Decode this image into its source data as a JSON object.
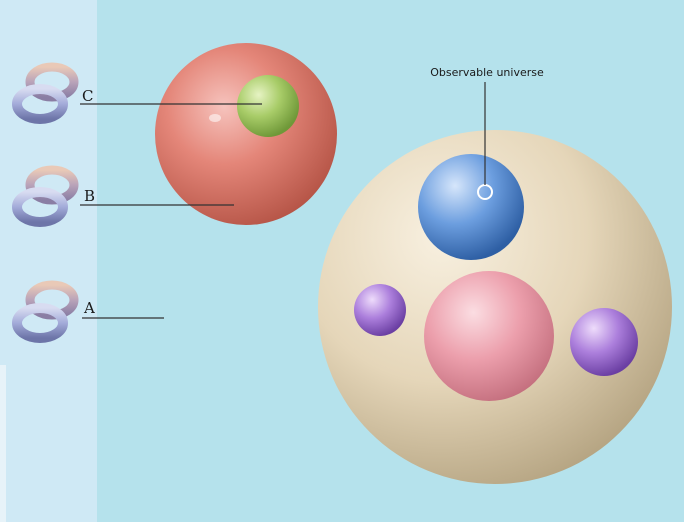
{
  "labels": {
    "c": "C",
    "b": "B",
    "a": "A",
    "observable": "Observable universe"
  },
  "colors": {
    "background": "#b5e2ec",
    "left_panel": "#cfe9f5",
    "red_sphere": "#d9756a",
    "green_sphere": "#a9cc6e",
    "cream_sphere": "#e8dcc4",
    "blue_sphere": "#5f93d4",
    "pink_sphere": "#e99aa6",
    "purple_sphere": "#a779d6",
    "torus": "#9fa8d8"
  }
}
